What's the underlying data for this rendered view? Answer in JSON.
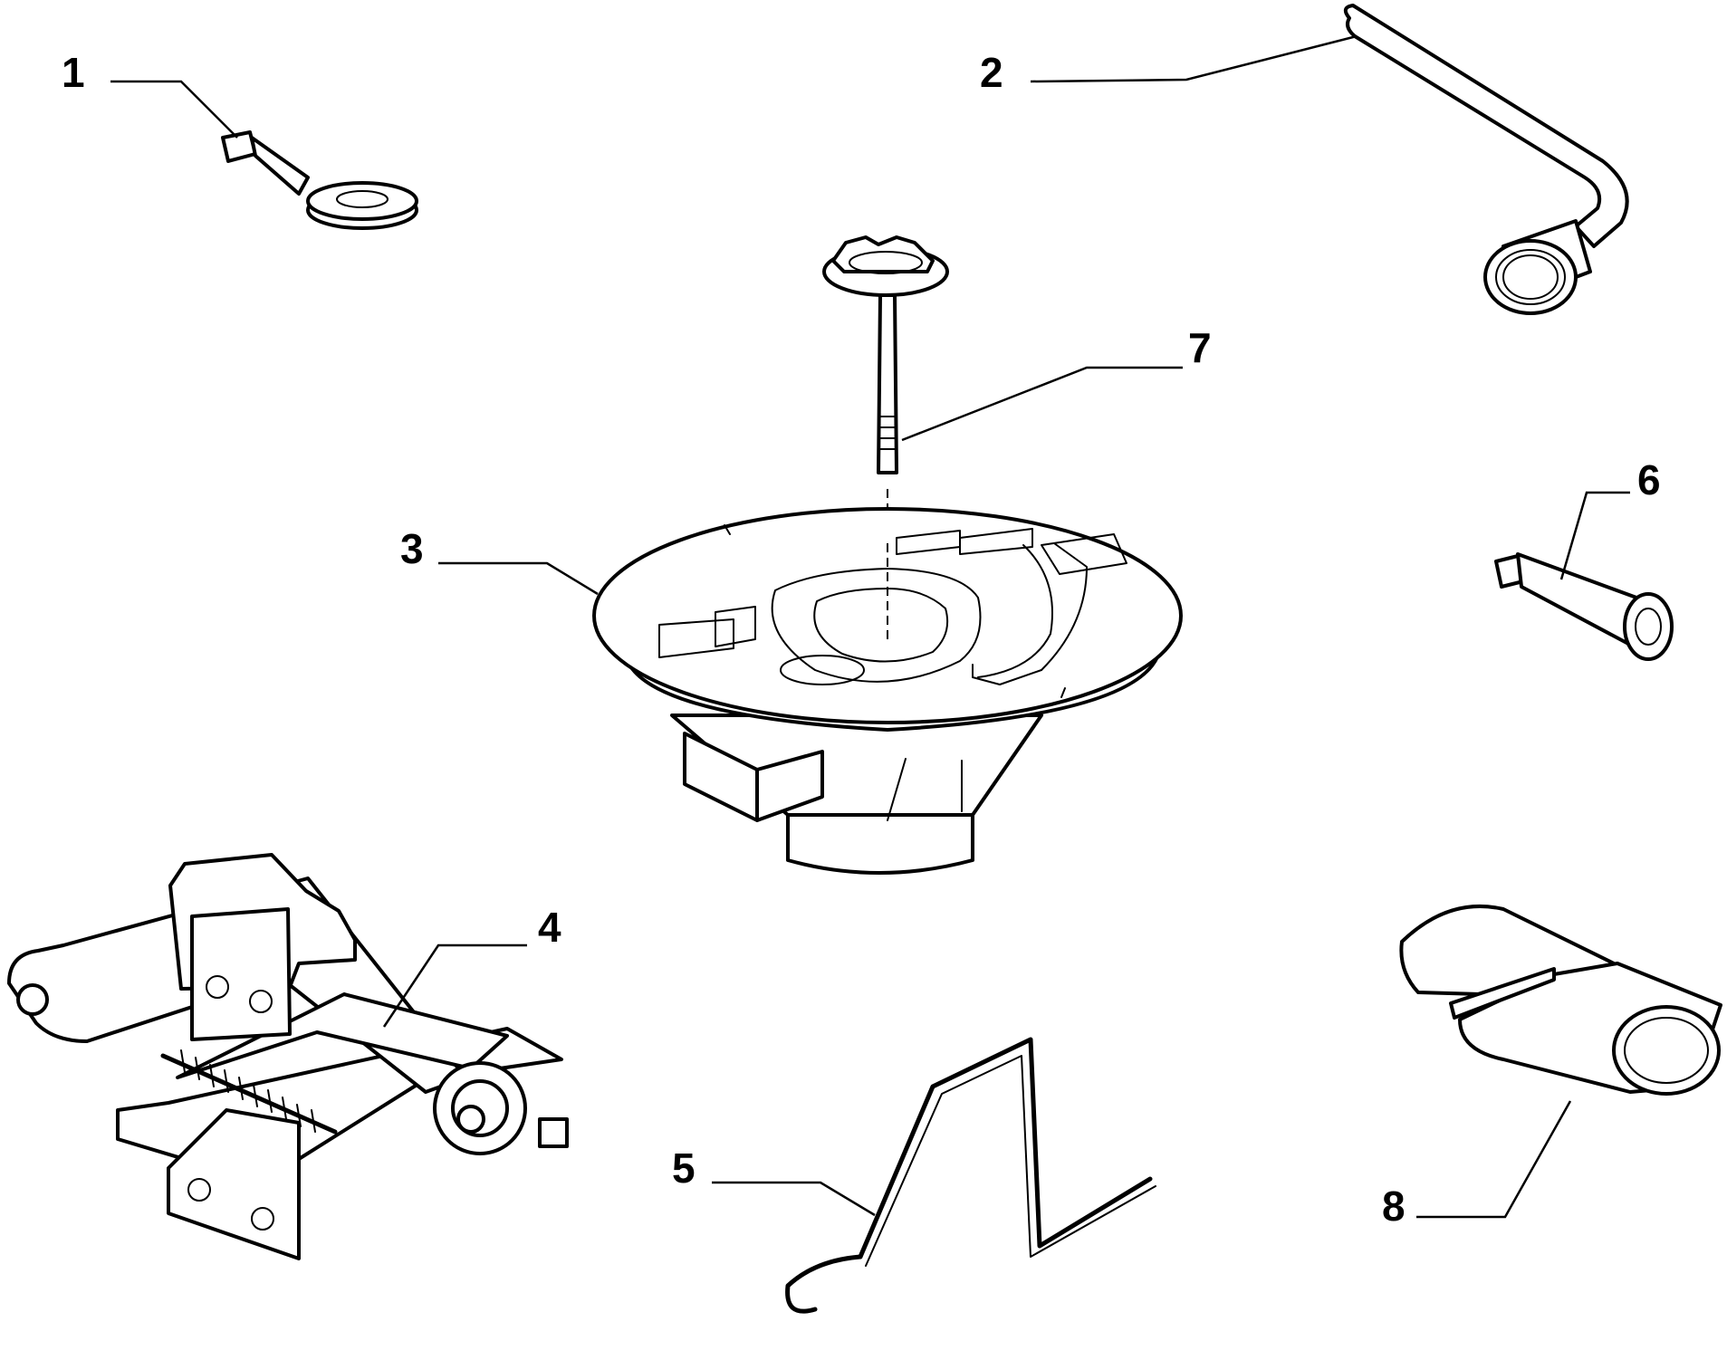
{
  "diagram": {
    "callouts": [
      {
        "id": "1",
        "label": "1",
        "part": "tow-eye"
      },
      {
        "id": "2",
        "label": "2",
        "part": "wheel-wrench"
      },
      {
        "id": "3",
        "label": "3",
        "part": "spare-wheel-holder"
      },
      {
        "id": "4",
        "label": "4",
        "part": "scissor-jack"
      },
      {
        "id": "5",
        "label": "5",
        "part": "jack-crank-handle"
      },
      {
        "id": "6",
        "label": "6",
        "part": "bolt-adapter"
      },
      {
        "id": "7",
        "label": "7",
        "part": "fixing-bolt"
      },
      {
        "id": "8",
        "label": "8",
        "part": "tool-bag"
      }
    ]
  }
}
